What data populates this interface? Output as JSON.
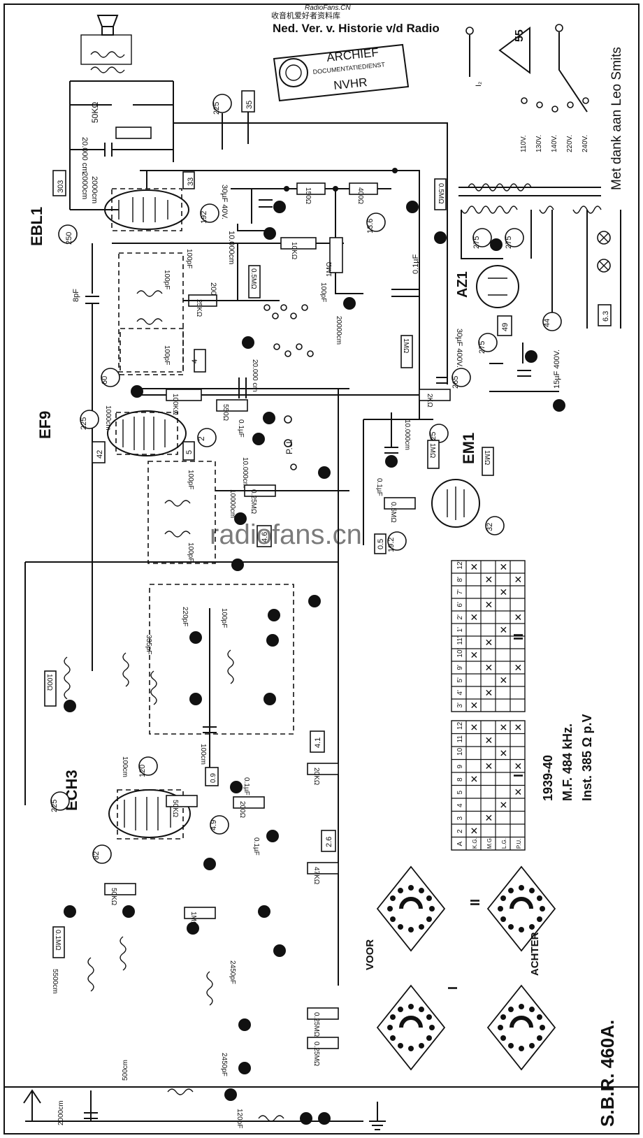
{
  "header": {
    "watermark_site": "RadioFans.CN",
    "watermark_cn": "收音机爱好者资料库",
    "title": "Ned. Ver. v. Historie v/d Radio",
    "stamp_line1": "ARCHIEF",
    "stamp_line2": "DOCUMENTATIEDIENST",
    "stamp_line3": "NVHR",
    "credit": "Met dank aan Leo Smits",
    "triangle_number": "55"
  },
  "tubes": {
    "ebl1": "EBL1",
    "ef9": "EF9",
    "ech3": "ECH3",
    "em1": "EM1",
    "az1": "AZ1"
  },
  "voltages_circle": [
    "225",
    "250",
    "192",
    "13.6",
    "60",
    "225",
    "2",
    "275",
    "265",
    "275",
    "275",
    "44",
    "225",
    "32",
    "19.2",
    "120",
    "225",
    "4.9",
    "82"
  ],
  "voltages_box": [
    "35",
    "303",
    "33",
    "42",
    "5",
    "4",
    "4.6",
    "49",
    "6.3",
    "0.5",
    "4.1",
    "0.9",
    "2.6"
  ],
  "mains": [
    "110V.",
    "130V.",
    "140V.",
    "220V.",
    "240V."
  ],
  "components": {
    "r_50k": "50KΩ",
    "c_20000": "20.000 cm",
    "c_2000": "2000cm",
    "c_30uf": "30µF 40V.",
    "r_150": "150Ω",
    "r_400": "400Ω",
    "r_05m": "0.5MΩ",
    "c_10000": "10.000cm",
    "r_10k": "10KΩ",
    "c_100pf": "100pF",
    "r_1m": "1MΩ",
    "c_01uf": "0.1µF",
    "c_8pf": "8pF",
    "c_200": "200cm",
    "r_05m2": "0.5MΩ",
    "r_25k": "25KΩ",
    "c_20000b": "20000cm",
    "c_30uf400": "30µF 400V.",
    "c_15uf400": "15µF 400V.",
    "r_1m2": "1MΩ",
    "r_2k": "2KΩ",
    "c_1000": "1000cm",
    "r_100k": "100KΩ",
    "r_550": "550Ω",
    "c_01uf2": "0.1µF",
    "pu": "P.U.",
    "c_10000b": "10000cm",
    "r_025m": "0.25MΩ",
    "c_10000c": "10.000cm",
    "r_1m3": "1MΩ",
    "r_1m4": "1MΩ",
    "r_05m3": "0.5MΩ",
    "c_01uf3": "0.1µF",
    "c_220pf": "220pF",
    "c_100pf2": "100pF",
    "c_335pf": "335pF",
    "r_100": "100Ω",
    "c_100cm": "100cm",
    "r_20k": "20KΩ",
    "r_50k2": "50KΩ",
    "r_200": "200Ω",
    "c_01uf4": "0.1µF",
    "r_47k": "47KΩ",
    "r_50k3": "50KΩ",
    "r_1m5": "1MΩ",
    "r_01m": "0.1MΩ",
    "c_5500": "5500cm",
    "c_2450": "2450pF",
    "r_025m2": "0.25MΩ",
    "r_025m3": "0.25MΩ",
    "c_2450b": "2450pF",
    "c_500": "500cm",
    "c_120pf": "120pF",
    "c_2000b": "2000cm"
  },
  "info": {
    "year": "1939-40",
    "mf": "M.F. 484 kHz.",
    "inst": "Inst. 385 Ω p.V",
    "model": "S.B.R. 460A."
  },
  "wafers": {
    "voor": "VOOR",
    "achter": "ACHTER",
    "roman1": "I",
    "roman2": "II"
  },
  "switch_tables": {
    "table1": {
      "roman": "I",
      "headers": [
        "A",
        "2",
        "3",
        "4",
        "5",
        "8",
        "9",
        "10",
        "11",
        "12"
      ],
      "rows": [
        {
          "label": "K.G.",
          "marks": [
            1,
            0,
            0,
            0,
            1,
            0,
            0,
            0,
            1
          ]
        },
        {
          "label": "M.G.",
          "marks": [
            0,
            1,
            0,
            0,
            0,
            1,
            0,
            1,
            0
          ]
        },
        {
          "label": "L.G.",
          "marks": [
            0,
            0,
            1,
            0,
            0,
            0,
            1,
            0,
            1
          ]
        },
        {
          "label": "P.U.",
          "marks": [
            0,
            0,
            0,
            1,
            0,
            1,
            0,
            0,
            1
          ]
        }
      ]
    },
    "table2": {
      "roman": "II",
      "headers": [
        "3'",
        "4'",
        "5'",
        "9'",
        "10'",
        "11'",
        "1'",
        "2'",
        "6'",
        "7'",
        "8'",
        "12'"
      ],
      "rows": [
        {
          "marks": [
            1,
            0,
            0,
            0,
            1,
            0,
            0,
            1,
            0,
            0,
            0,
            1
          ]
        },
        {
          "marks": [
            0,
            1,
            0,
            1,
            0,
            1,
            0,
            0,
            1,
            0,
            1,
            0
          ]
        },
        {
          "marks": [
            0,
            0,
            1,
            0,
            0,
            0,
            1,
            0,
            0,
            1,
            0,
            1
          ]
        },
        {
          "marks": [
            0,
            0,
            0,
            1,
            0,
            0,
            0,
            1,
            0,
            0,
            1,
            0
          ]
        }
      ]
    }
  },
  "page_watermark": "radiofans.cn"
}
